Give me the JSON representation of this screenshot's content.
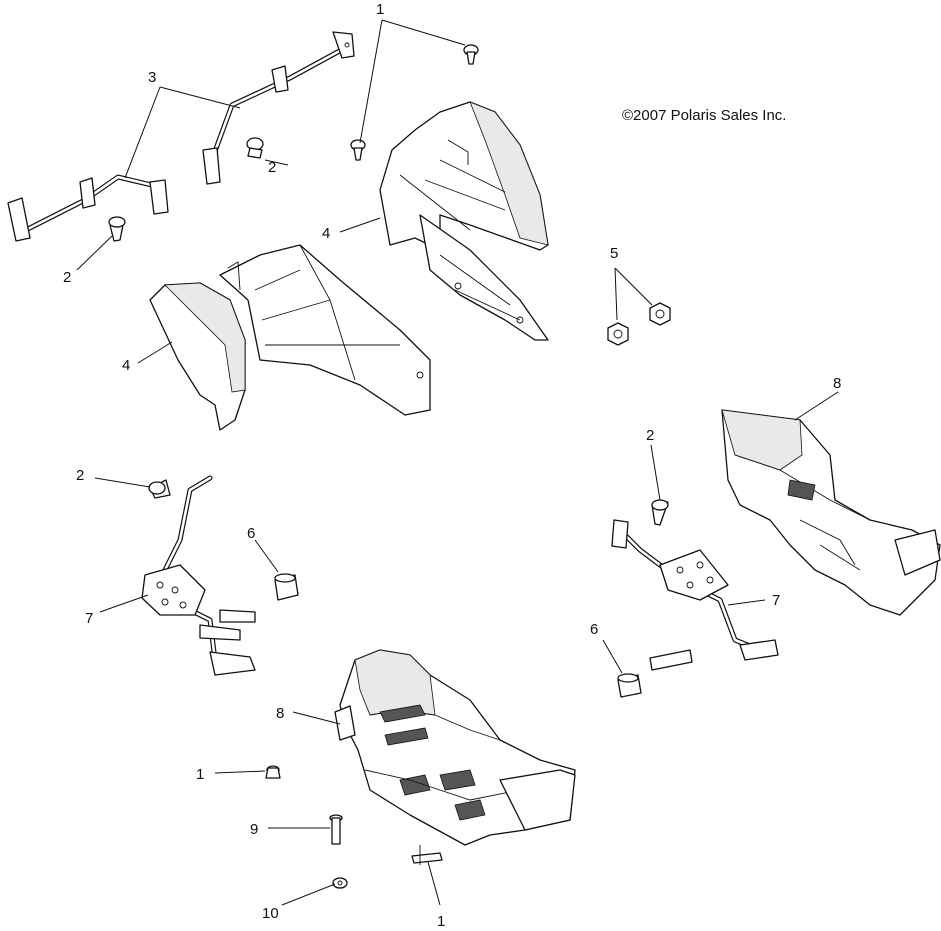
{
  "diagram": {
    "copyright": "©2007 Polaris Sales Inc.",
    "callouts": {
      "c1_top": "1",
      "c3": "3",
      "c2_a": "2",
      "c2_b": "2",
      "c4_right": "4",
      "c4_left": "4",
      "c5": "5",
      "c8_right": "8",
      "c2_c": "2",
      "c2_d": "2",
      "c6_left": "6",
      "c7_left": "7",
      "c7_right": "7",
      "c6_right": "6",
      "c8_bottom": "8",
      "c1_mid": "1",
      "c9": "9",
      "c10": "10",
      "c1_bottom": "1"
    }
  }
}
